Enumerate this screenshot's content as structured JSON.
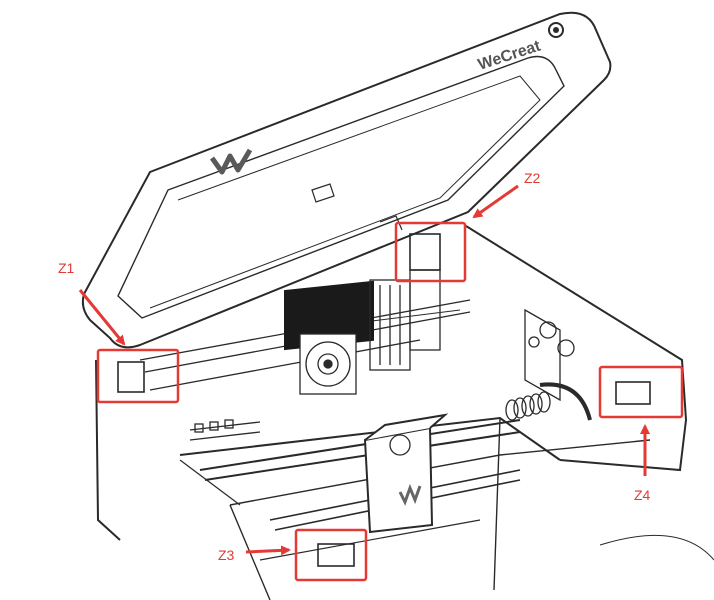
{
  "figure": {
    "brand_text": "WeCreat",
    "logo_icon": "wecreat-w-logo-icon"
  },
  "annotations": [
    {
      "id": "z1",
      "label": "Z1"
    },
    {
      "id": "z2",
      "label": "Z2"
    },
    {
      "id": "z3",
      "label": "Z3"
    },
    {
      "id": "z4",
      "label": "Z4"
    }
  ],
  "colors": {
    "annotation": "#e53935",
    "line": "#2a2a2a",
    "background": "#ffffff"
  }
}
